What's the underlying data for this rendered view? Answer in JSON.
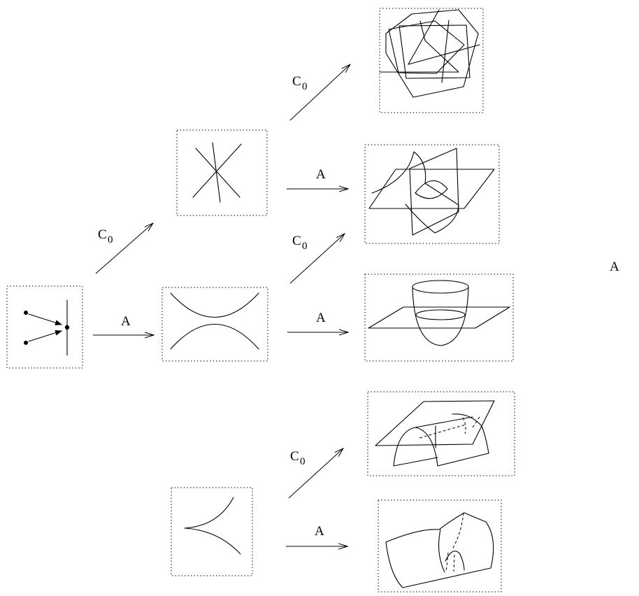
{
  "labels": {
    "c0": "C",
    "c0_sub": "0",
    "a": "A"
  },
  "arrow_labels": [
    {
      "main": "C",
      "sub": "0"
    },
    {
      "main": "A",
      "sub": ""
    },
    {
      "main": "C",
      "sub": "0"
    },
    {
      "main": "A",
      "sub": ""
    },
    {
      "main": "C",
      "sub": "0"
    },
    {
      "main": "A",
      "sub": ""
    },
    {
      "main": "C",
      "sub": "0"
    },
    {
      "main": "A",
      "sub": ""
    }
  ],
  "stray_label": "A"
}
